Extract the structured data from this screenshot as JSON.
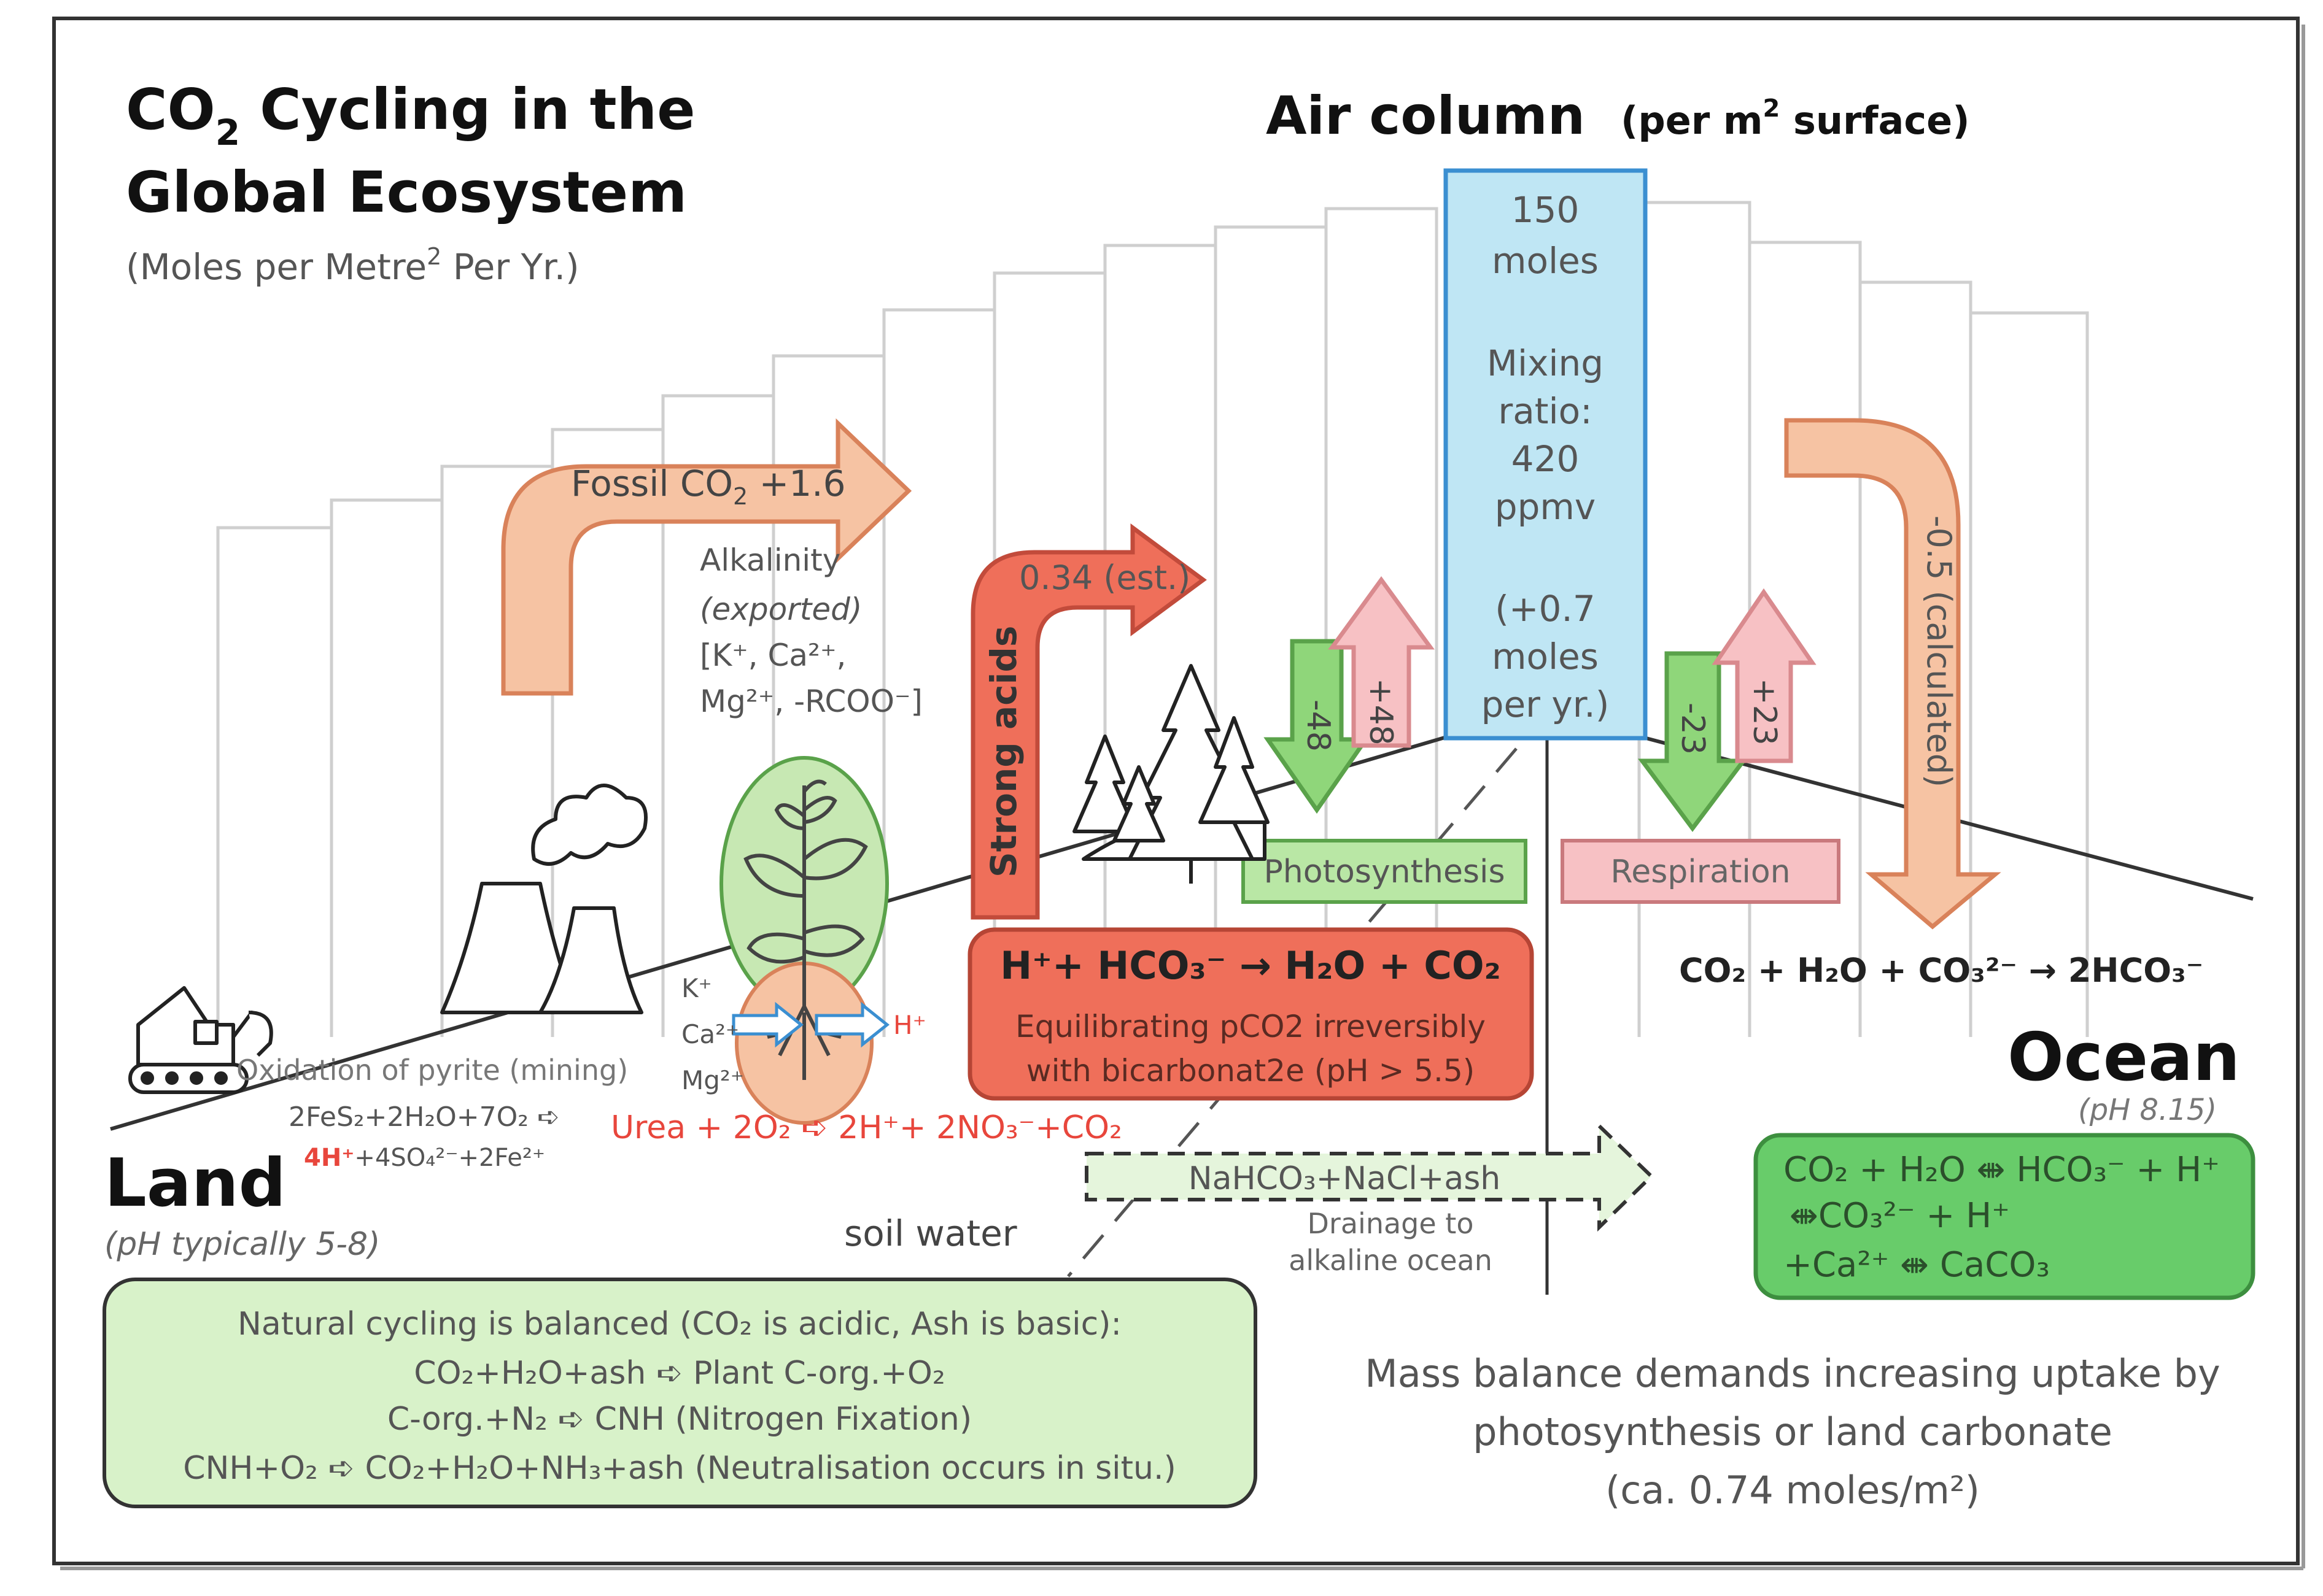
{
  "title": {
    "line1_pre": "CO",
    "line1_sub": "2",
    "line1_post": " Cycling in the",
    "line2": "Global Ecosystem",
    "units_pre": "(Moles per Metre",
    "units_sup": "2",
    "units_post": " Per Yr.)"
  },
  "air_column": {
    "heading": "Air column",
    "heading_sub_pre": "(per m",
    "heading_sub_sup": "2",
    "heading_sub_post": " surface)",
    "box_lines": [
      "150",
      "moles",
      "Mixing",
      "ratio:",
      "420",
      "ppmv",
      "(+0.7",
      "moles",
      "per yr.)"
    ]
  },
  "arrows": {
    "fossil_pre": "Fossil CO",
    "fossil_sub": "2",
    "fossil_post": " +1.6",
    "strong_acids_value": "0.34 (est.)",
    "strong_acids_label": "Strong acids",
    "photo_down": "-48",
    "photo_up": "+48",
    "resp_down": "-23",
    "resp_up": "+23",
    "ocean_uptake": "-0.5 (calculated)"
  },
  "labels": {
    "photosynthesis": "Photosynthesis",
    "respiration": "Respiration",
    "alkalinity": [
      "Alkalinity",
      "(exported)",
      "[K⁺, Ca²⁺,",
      "Mg²⁺, -RCOO⁻]"
    ],
    "root_ions": [
      "K⁺",
      "Ca²⁺",
      "Mg²⁺"
    ],
    "root_h": "H⁺",
    "pyrite_title": "Oxidation of pyrite (mining)",
    "pyrite_eq1": "2FeS₂+2H₂O+7O₂ ➪",
    "pyrite_eq2_red": "4H⁺",
    "pyrite_eq2_rest": "+4SO₄²⁻+2Fe²⁺",
    "urea": "Urea + 2O₂ ➪ 2H⁺+ 2NO₃⁻+CO₂",
    "land": "Land",
    "land_ph": "(pH typically 5-8)",
    "soil_water": "soil water",
    "ocean": "Ocean",
    "ocean_ph": "(pH 8.15)",
    "ocean_surface_eq": "CO₂ + H₂O + CO₃²⁻ → 2HCO₃⁻",
    "drainage_box": "NaHCO₃+NaCl+ash",
    "drainage_caption": [
      "Drainage to",
      "alkaline ocean"
    ]
  },
  "equilibrium_box": {
    "equation": "H⁺+ HCO₃⁻ → H₂O + CO₂",
    "line2": "Equilibrating pCO2 irreversibly",
    "line3": "with bicarbonat2e (pH > 5.5)"
  },
  "ocean_box": {
    "lines": [
      "CO₂ + H₂O ⇼ HCO₃⁻ + H⁺",
      "⇼CO₃²⁻ + H⁺",
      "+Ca²⁺ ⇼ CaCO₃"
    ]
  },
  "natural_box": {
    "lines": [
      "Natural cycling is balanced (CO₂ is acidic, Ash is basic):",
      "CO₂+H₂O+ash ➪ Plant C-org.+O₂",
      "C-org.+N₂ ➪ CNH (Nitrogen Fixation)",
      "CNH+O₂ ➪ CO₂+H₂O+NH₃+ash (Neutralisation occurs in situ.)"
    ]
  },
  "mass_balance": [
    "Mass balance demands increasing uptake by",
    "photosynthesis or land carbonate",
    "(ca. 0.74 moles/m²)"
  ],
  "colors": {
    "salmon_arrow": "#f6c3a3",
    "salmon_stroke": "#d9825a",
    "green_arrow": "#8fd67a",
    "green_stroke": "#5aa24a",
    "pink_arrow": "#f7c1c4",
    "pink_stroke": "#d98a8e",
    "air_box": "#bfe6f4",
    "air_box_stroke": "#3b8fd1",
    "red_box": "#ef6f5a",
    "ocean_box": "#68cc6a",
    "natural_box": "#d8f2c9",
    "red_text": "#e8463c"
  }
}
